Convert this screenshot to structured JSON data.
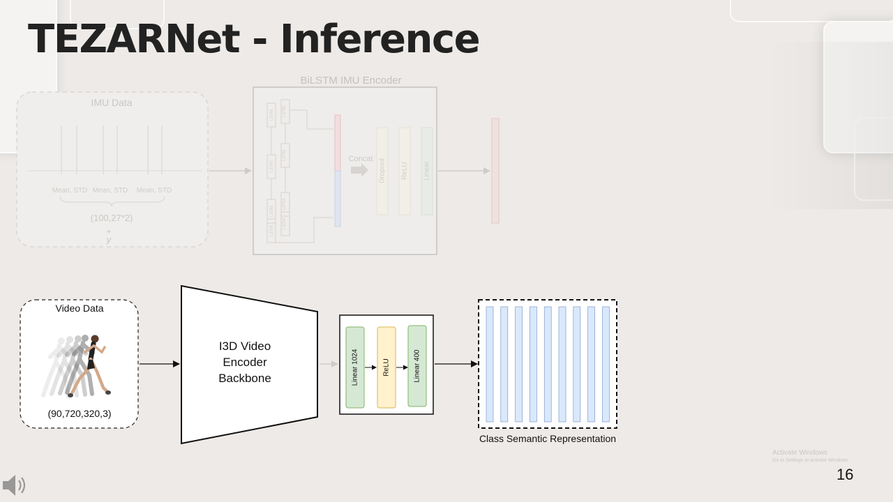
{
  "slide": {
    "title": "TEZARNet - Inference",
    "page_number": "16"
  },
  "imu_panel": {
    "data_label": "IMU Data",
    "stat_labels": [
      "Mean, STD",
      "Mean, STD",
      "Mean, STD"
    ],
    "shape_label": "(100,27*2)",
    "plus_label": "+",
    "y_label": "y",
    "encoder_title": "BiLSTM IMU Encoder",
    "lstm_label": "LSTM",
    "concat_label": "Concat",
    "layers": [
      "Dropout",
      "ReLU",
      "Linear"
    ]
  },
  "video_panel": {
    "data_label": "Video Data",
    "shape_label": "(90,720,320,3)",
    "backbone_lines": [
      "I3D Video",
      "Encoder",
      "Backbone"
    ],
    "layers": [
      "Linear 1024",
      "ReLU",
      "Linear 400"
    ],
    "output_label": "Class Semantic Representation",
    "output_bar_count": 9
  },
  "colors": {
    "green_fill": "#d5e8d4",
    "green_stroke": "#82b366",
    "yellow_fill": "#fff2cc",
    "yellow_stroke": "#d6b656",
    "blue_fill": "#dae8fc",
    "blue_stroke": "#6c8ebf"
  },
  "watermark": {
    "line1": "Activate Windows",
    "line2": "Go to Settings to activate Windows."
  },
  "icons": [
    "speaker-icon",
    "runner-image"
  ]
}
